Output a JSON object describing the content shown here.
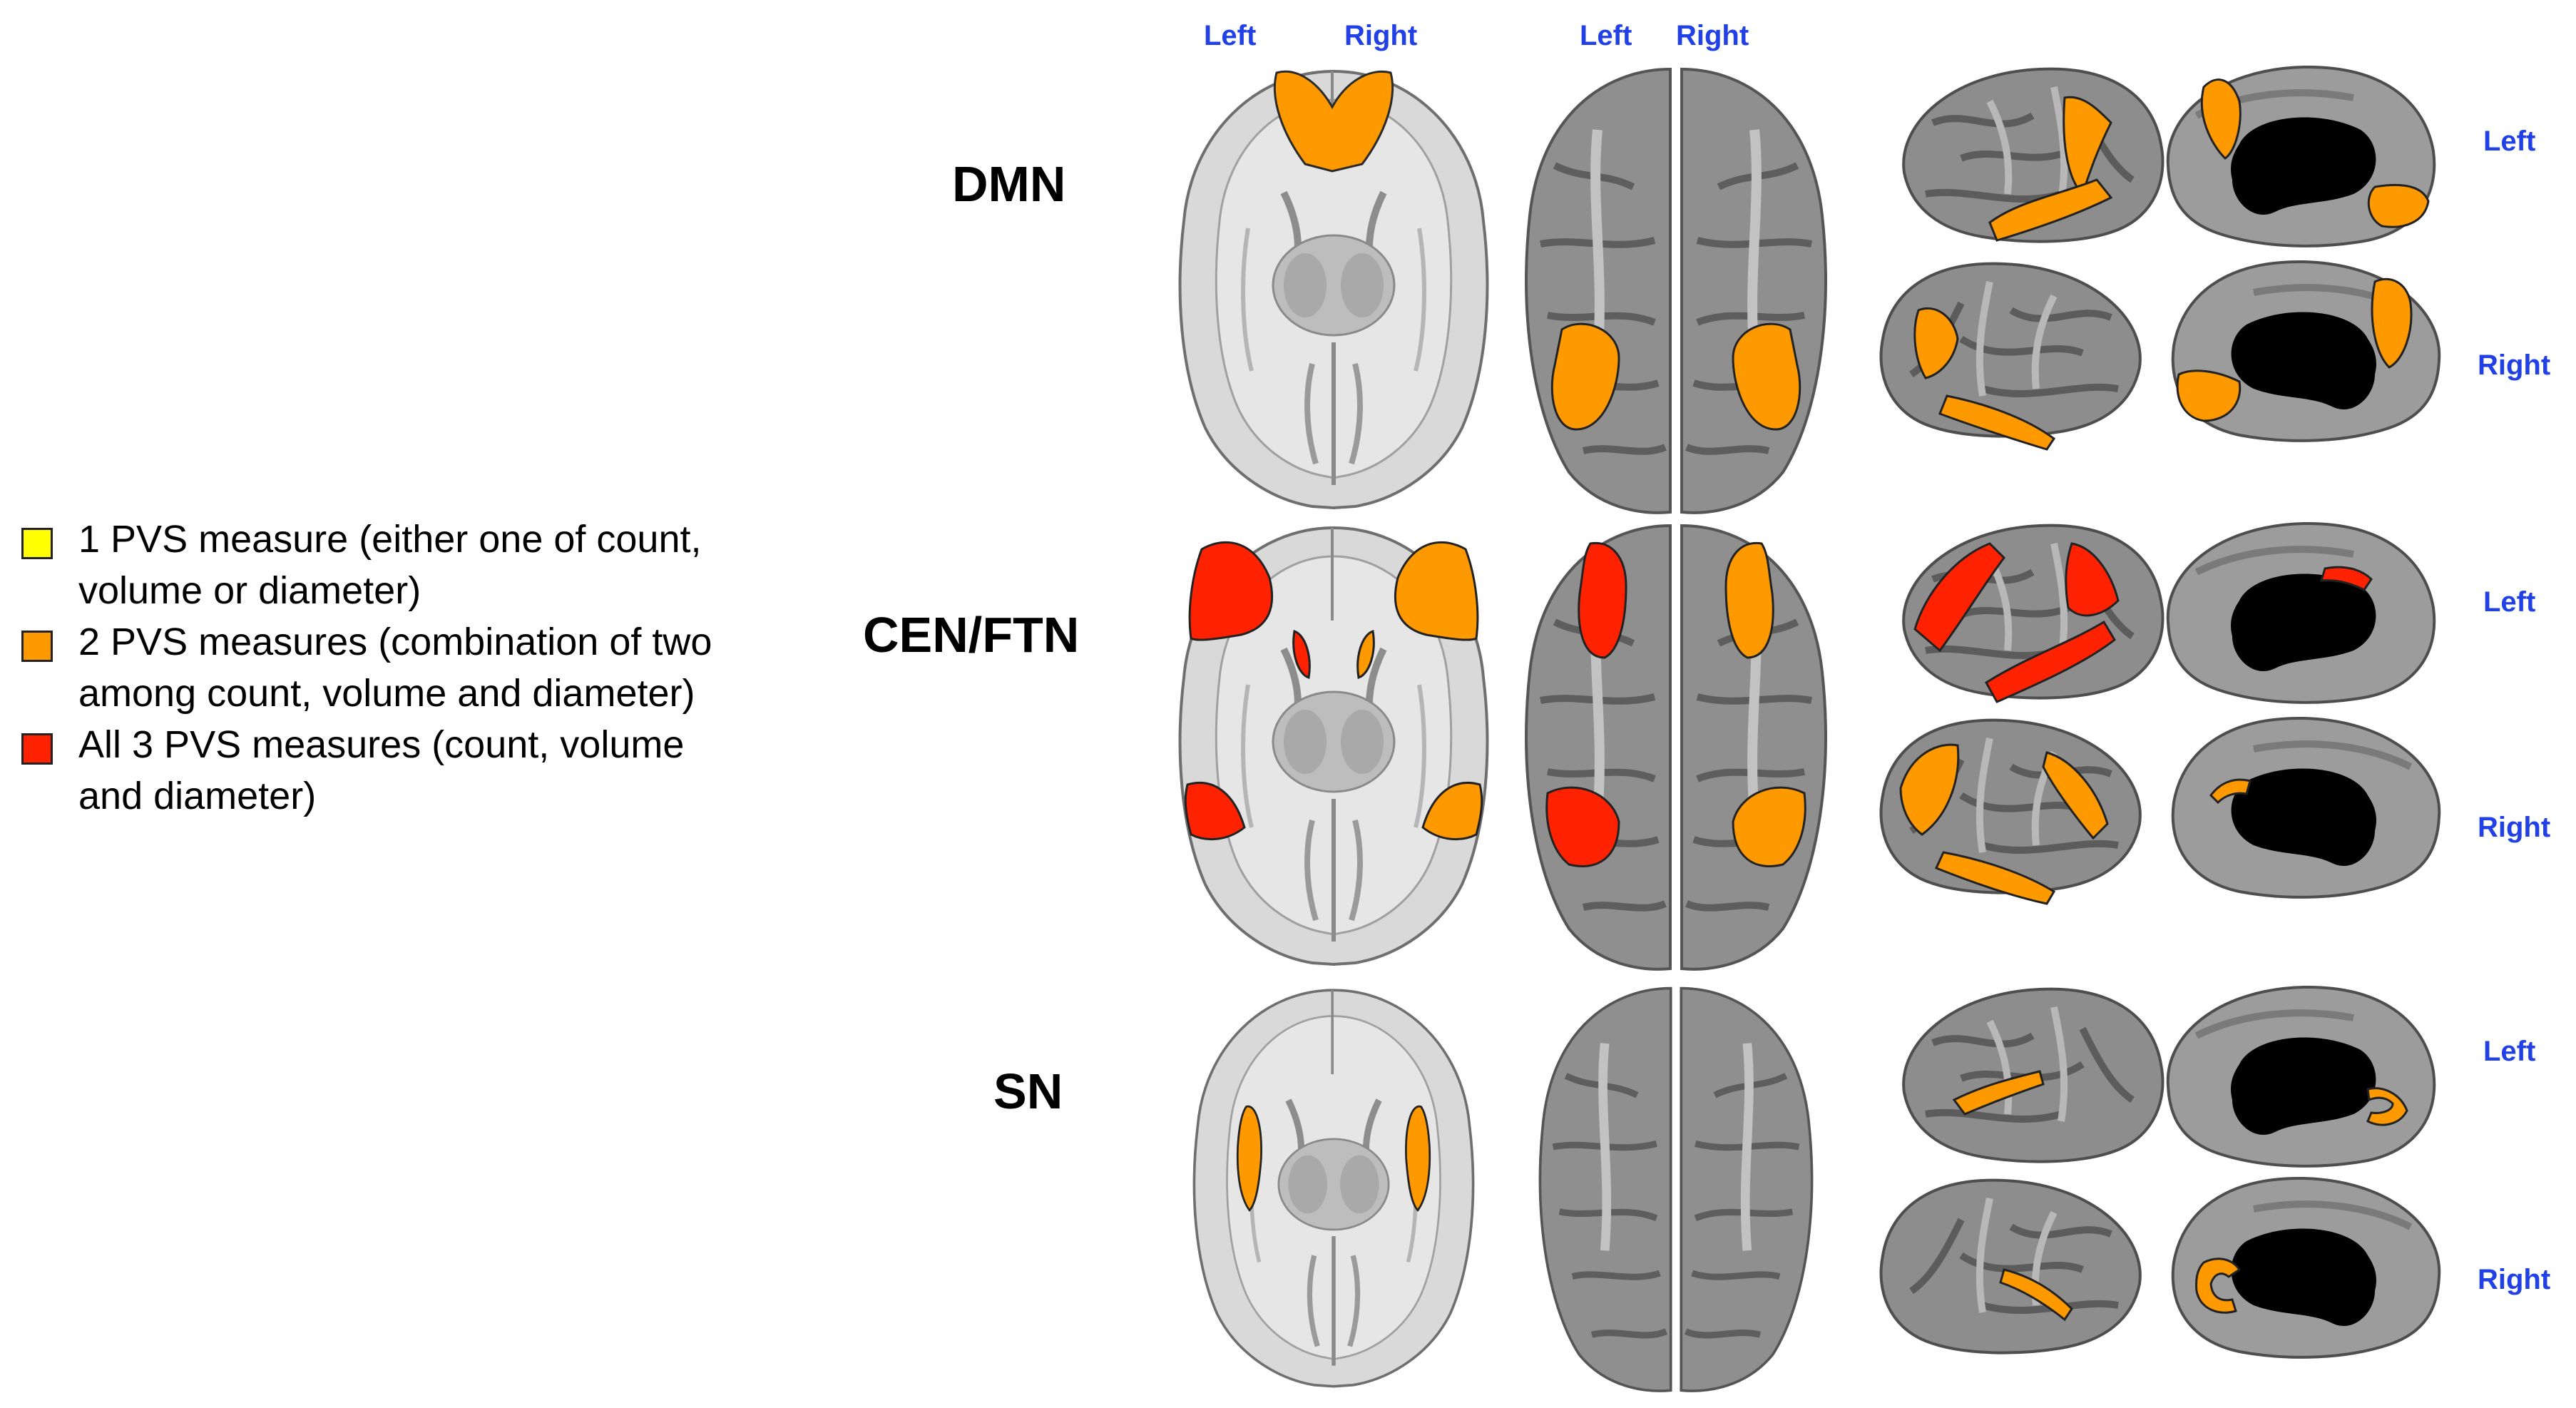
{
  "legend": {
    "items": [
      {
        "line1": "1 PVS measure (either one of count,",
        "line2": "volume or diameter)",
        "color": "#ffff00"
      },
      {
        "line1": "2 PVS measures (combination of two",
        "line2": "among count, volume and diameter)",
        "color": "#ff9900"
      },
      {
        "line1": "All 3 PVS measures (count, volume",
        "line2": "and diameter)",
        "color": "#ff2200"
      }
    ]
  },
  "networks": [
    {
      "label": "DMN"
    },
    {
      "label": "CEN/FTN"
    },
    {
      "label": "SN"
    }
  ],
  "top_labels": {
    "axial_left": "Left",
    "axial_right": "Right",
    "surface_left": "Left",
    "surface_right": "Right"
  },
  "row_labels": {
    "left": "Left",
    "right": "Right"
  },
  "colors": {
    "one_measure": "#ffff00",
    "two_measures": "#ff9900",
    "three_measures": "#ff2200",
    "label_blue": "#2141e6"
  }
}
